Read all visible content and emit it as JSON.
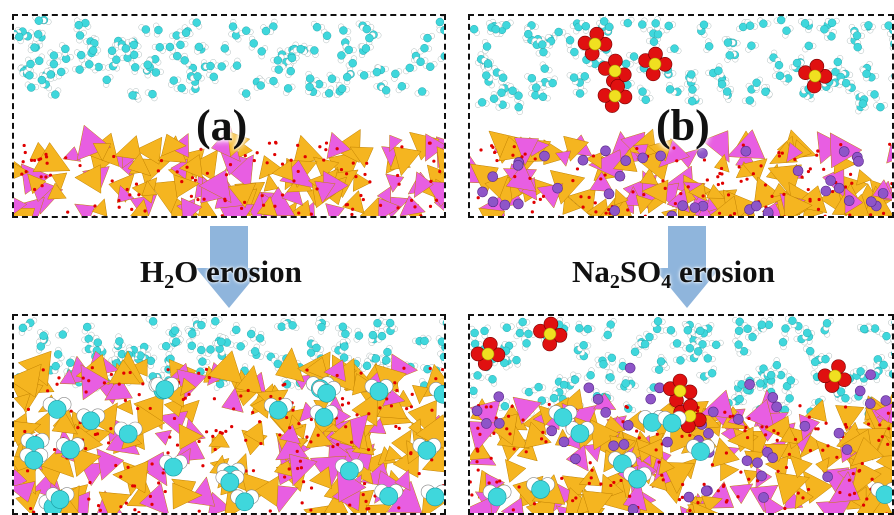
{
  "panels": {
    "top_left_label": "(a)",
    "top_right_label": "(b)"
  },
  "captions": {
    "left": {
      "parts": [
        "H",
        "2",
        "O erosion"
      ]
    },
    "right": {
      "parts": [
        "Na",
        "2",
        "SO",
        "4",
        " erosion"
      ]
    }
  },
  "colors": {
    "water_oxygen": "#3fd7dc",
    "water_hydrogen": "#ffffff",
    "tetrahedron_orange": "#f5b520",
    "tetrahedron_magenta": "#e85ee2",
    "sodium": "#8e55c8",
    "sulfate_oxygen": "#e01010",
    "sulfur": "#f0e020",
    "arrow": "#8fb5dc",
    "border": "#111111"
  }
}
